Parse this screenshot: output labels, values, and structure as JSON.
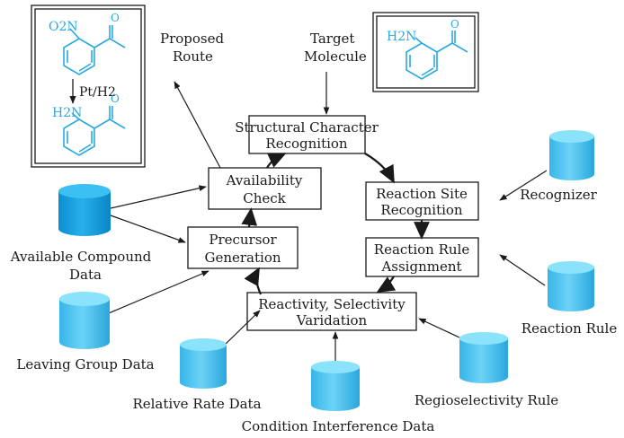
{
  "colors": {
    "ink": "#1a1a1a",
    "chem": "#29a9e0",
    "db_light": "#5fd0f5",
    "db_mid": "#2cb6ec",
    "db_top": "#8be3fb"
  },
  "proposed_route_box": {
    "reactant_group": "O2N",
    "reagent": "Pt/H2",
    "product_group": "H2N"
  },
  "proposed_route_label": [
    "Proposed",
    "Route"
  ],
  "target": {
    "label": [
      "Target",
      "Molecule"
    ],
    "group": "H2N"
  },
  "process_boxes": {
    "structural": [
      "Structural Character",
      "Recognition"
    ],
    "reaction_site": [
      "Reaction Site",
      "Recognition"
    ],
    "reaction_rule": [
      "Reaction Rule",
      "Assignment"
    ],
    "reactivity": [
      "Reactivity, Selectivity",
      "Varidation"
    ],
    "precursor": [
      "Precursor",
      "Generation"
    ],
    "availability": [
      "Availability",
      "Check"
    ]
  },
  "databases": {
    "available_compound": [
      "Available Compound",
      "Data"
    ],
    "leaving_group": "Leaving Group Data",
    "relative_rate": "Relative Rate Data",
    "condition_interference": "Condition Interference Data",
    "regioselectivity": "Regioselectivity Rule",
    "reaction_rule": "Reaction Rule",
    "recognizer": "Recognizer"
  }
}
